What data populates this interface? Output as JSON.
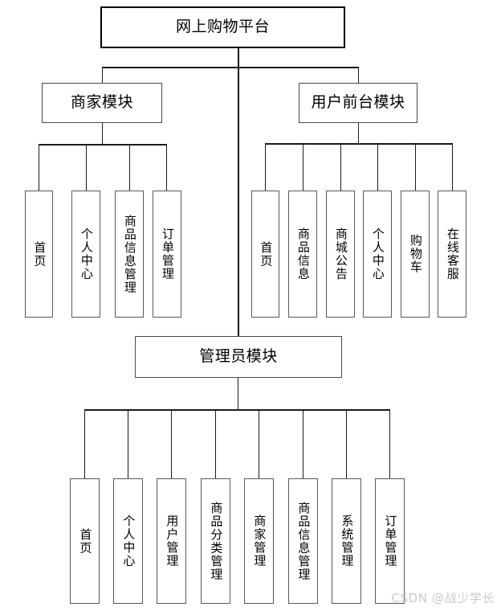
{
  "diagram": {
    "type": "tree-hierarchy",
    "title": "网上购物平台",
    "watermark": "CSDN @战少学长",
    "nodes": {
      "root": {
        "label": "网上购物平台"
      },
      "merchant": {
        "label": "商家模块"
      },
      "user_front": {
        "label": "用户前台模块"
      },
      "admin": {
        "label": "管理员模块"
      }
    },
    "merchant_children": [
      {
        "label": "首页"
      },
      {
        "label": "个人中心"
      },
      {
        "label": "商品信息管理"
      },
      {
        "label": "订单管理"
      }
    ],
    "user_front_children": [
      {
        "label": "首页"
      },
      {
        "label": "商品信息"
      },
      {
        "label": "商城公告"
      },
      {
        "label": "个人中心"
      },
      {
        "label": "购物车"
      },
      {
        "label": "在线客服"
      }
    ],
    "admin_children": [
      {
        "label": "首页"
      },
      {
        "label": "个人中心"
      },
      {
        "label": "用户管理"
      },
      {
        "label": "商品分类管理"
      },
      {
        "label": "商家管理"
      },
      {
        "label": "商品信息管理"
      },
      {
        "label": "系统管理"
      },
      {
        "label": "订单管理"
      }
    ],
    "colors": {
      "line": "#1b1b1b",
      "box_border": "#4a4a4a",
      "leaf_border": "#55585c",
      "text": "#000000",
      "background": "#ffffff",
      "watermark": "#c9c9c9"
    }
  }
}
